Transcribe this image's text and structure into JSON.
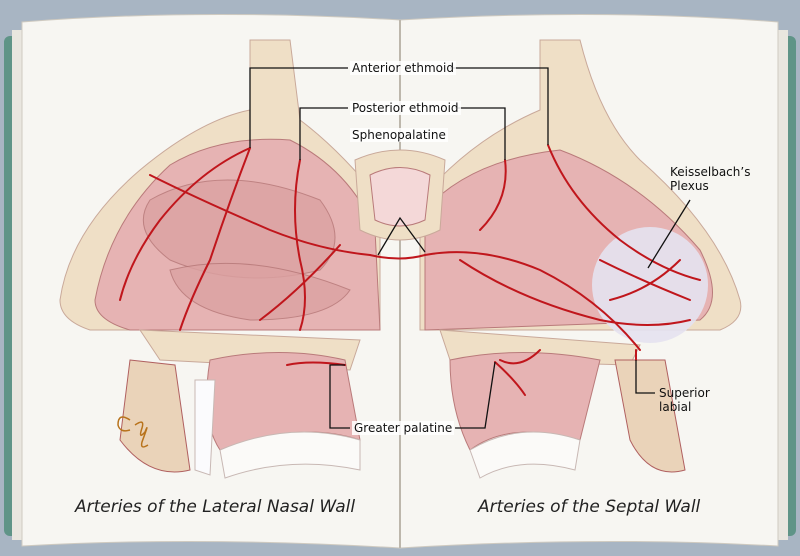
{
  "labels": {
    "anterior_ethmoid": "Anterior ethmoid",
    "posterior_ethmoid": "Posterior ethmoid",
    "sphenopalatine": "Sphenopalatine",
    "keisselbach_line1": "Keisselbach’s",
    "keisselbach_line2": "Plexus",
    "superior_labial_line1": "Superior",
    "superior_labial_line2": "labial",
    "greater_palatine": "Greater palatine"
  },
  "captions": {
    "left": "Arteries of the Lateral Nasal Wall",
    "right": "Arteries of the Septal Wall"
  },
  "signature": "CG",
  "colors": {
    "background": "#a8b5c3",
    "page": "#f7f6f2",
    "cover": "#5f9487",
    "bone": "#efdfc6",
    "mucosa": "#e6b3b3",
    "artery": "#c0161c",
    "plexus": "#e4e2f0"
  }
}
